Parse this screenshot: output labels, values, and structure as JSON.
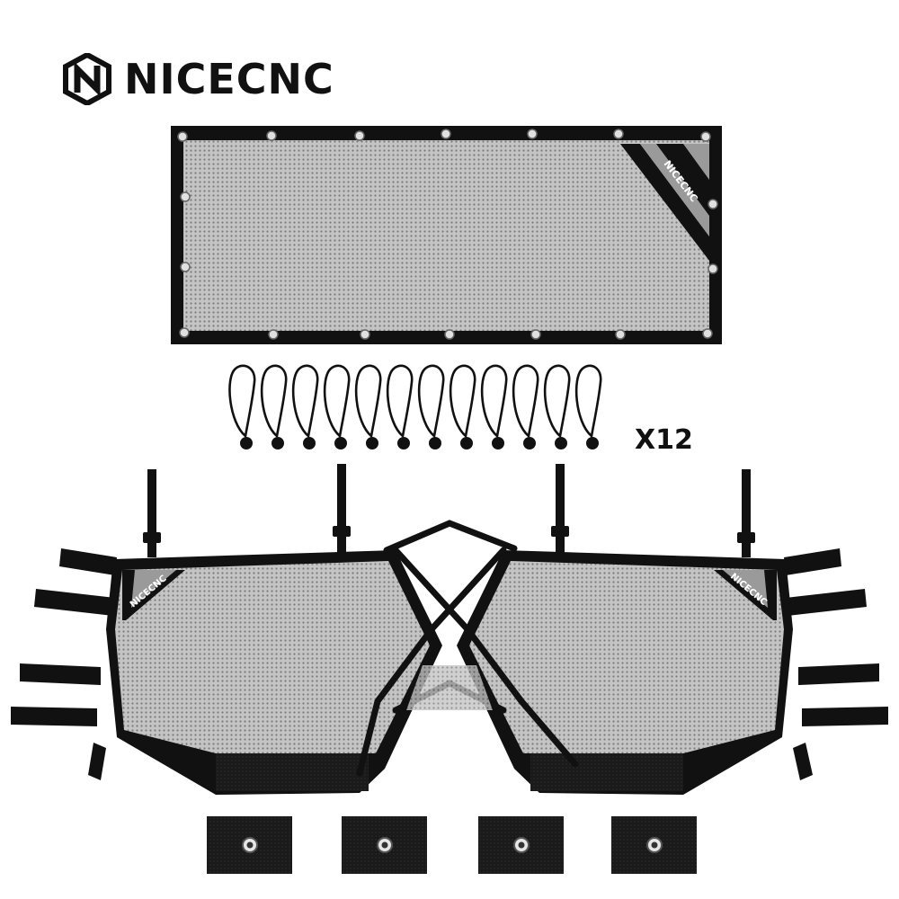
{
  "brand": {
    "name": "NICECNC",
    "logo_icon": "nicecnc-hex-logo-icon",
    "panel_tag": "NICECNC"
  },
  "bungee": {
    "count": 12,
    "quantity_label": "X12"
  },
  "colors": {
    "mesh_fill": "#b9b9b9",
    "binding": "#111111",
    "tag_accent": "#2bb6e8",
    "grommet": "#d8d8d8"
  }
}
